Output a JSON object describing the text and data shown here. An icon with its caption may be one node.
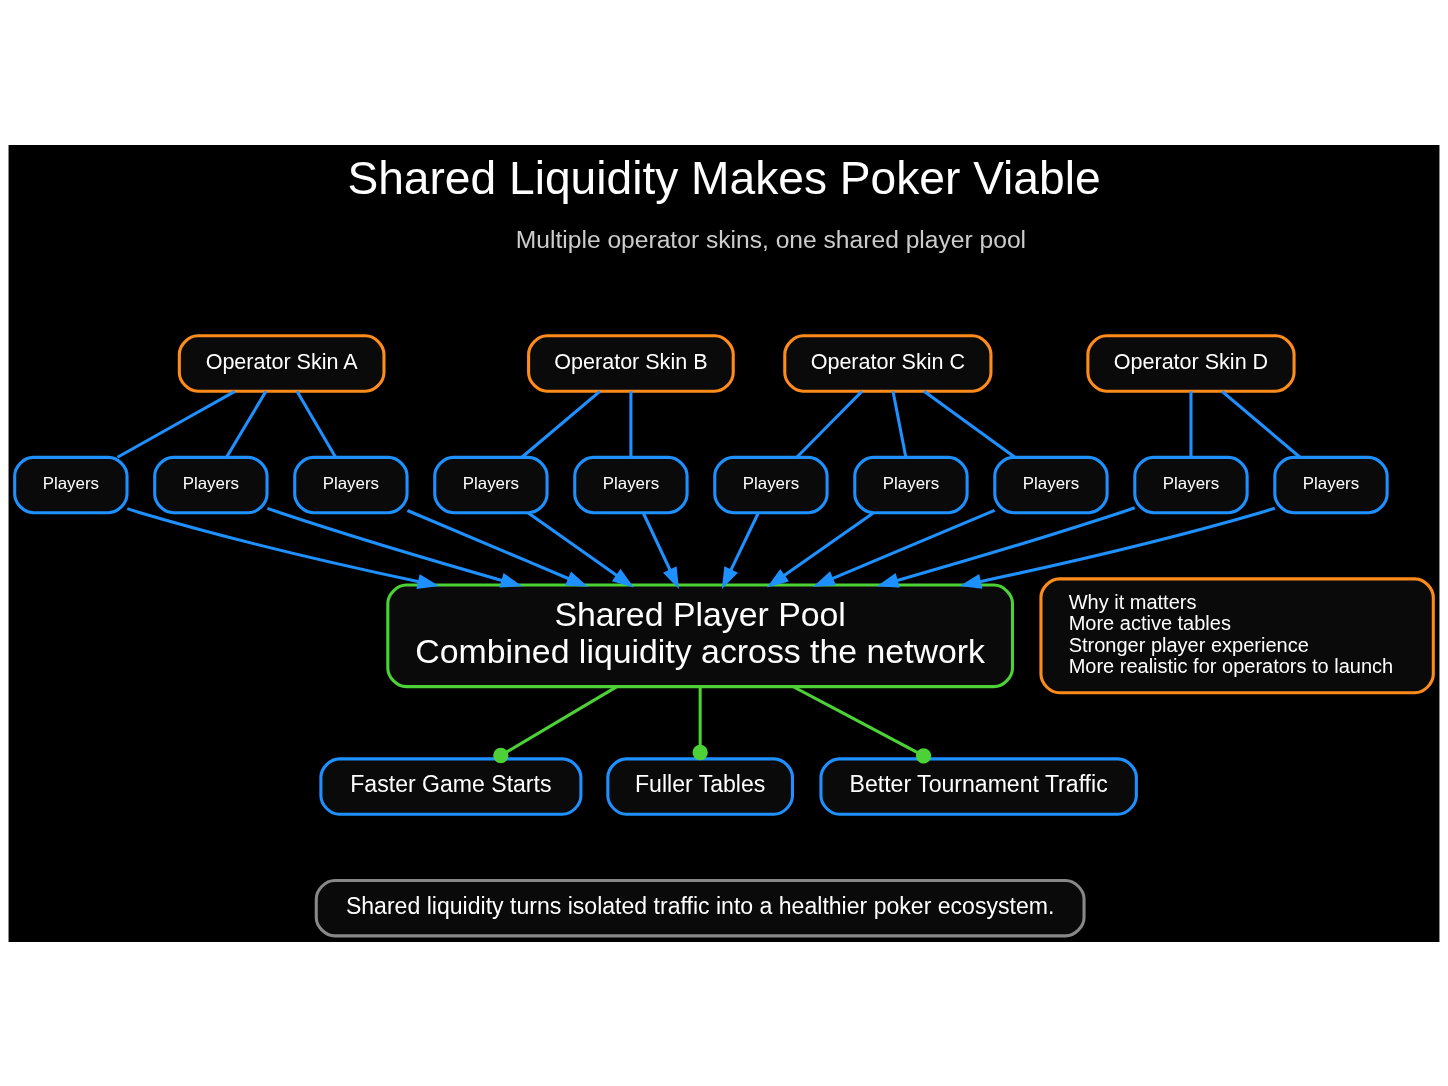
{
  "diagram": {
    "title": "Shared Liquidity Makes Poker Viable",
    "nodes": [
      {
        "text": [
          "Operator Skin A"
        ]
      },
      {
        "text": [
          "Operator Skin B"
        ]
      },
      {
        "text": [
          "Operator Skin C"
        ]
      },
      {
        "text": [
          "Operator Skin D"
        ]
      },
      {
        "text": [
          "Players"
        ]
      },
      {
        "text": [
          "Players"
        ]
      },
      {
        "text": [
          "Players"
        ]
      },
      {
        "text": [
          "Players"
        ]
      },
      {
        "text": [
          "Players"
        ]
      },
      {
        "text": [
          "Players"
        ]
      },
      {
        "text": [
          "Players"
        ]
      },
      {
        "text": [
          "Players"
        ]
      },
      {
        "text": [
          "Players"
        ]
      },
      {
        "text": [
          "Players"
        ]
      },
      {
        "text": [
          "Shared Player Pool",
          "Combined liquidity across the network"
        ]
      },
      {
        "text": [
          "Faster Game Starts"
        ]
      },
      {
        "text": [
          "Fuller Tables"
        ]
      },
      {
        "text": [
          "Better Tournament Traffic"
        ]
      },
      {
        "text": [
          "Why it matters",
          "More active tables",
          "Stronger player experience",
          "More realistic for operators to launch"
        ]
      },
      {
        "text": [
          "Shared liquidity turns isolated traffic into a healthier poker ecosystem."
        ]
      }
    ],
    "edges": [
      {
        "from": 0,
        "to": 4,
        "arrow": "none"
      },
      {
        "from": 0,
        "to": 5,
        "arrow": "none"
      },
      {
        "from": 0,
        "to": 6,
        "arrow": "none"
      },
      {
        "from": 1,
        "to": 7,
        "arrow": "none"
      },
      {
        "from": 1,
        "to": 8,
        "arrow": "none"
      },
      {
        "from": 2,
        "to": 9,
        "arrow": "none"
      },
      {
        "from": 2,
        "to": 10,
        "arrow": "none"
      },
      {
        "from": 2,
        "to": 11,
        "arrow": "none"
      },
      {
        "from": 3,
        "to": 12,
        "arrow": "none"
      },
      {
        "from": 3,
        "to": 13,
        "arrow": "none"
      },
      {
        "from": 4,
        "to": 14,
        "arrow": "to"
      },
      {
        "from": 5,
        "to": 14,
        "arrow": "to"
      },
      {
        "from": 6,
        "to": 14,
        "arrow": "to"
      },
      {
        "from": 7,
        "to": 14,
        "arrow": "to"
      },
      {
        "from": 8,
        "to": 14,
        "arrow": "to"
      },
      {
        "from": 9,
        "to": 14,
        "arrow": "to"
      },
      {
        "from": 10,
        "to": 14,
        "arrow": "to"
      },
      {
        "from": 11,
        "to": 14,
        "arrow": "to"
      },
      {
        "from": 12,
        "to": 14,
        "arrow": "to"
      },
      {
        "from": 13,
        "to": 14,
        "arrow": "to"
      },
      {
        "from": 14,
        "to": 15,
        "arrow": "other",
        "color": "#4cd137"
      },
      {
        "from": 14,
        "to": 16,
        "arrow": "other",
        "color": "#4cd137"
      },
      {
        "from": 14,
        "to": 17,
        "arrow": "other",
        "color": "#4cd137"
      }
    ],
    "labels": [
      "Multiple operator skins, one shared player pool"
    ]
  }
}
